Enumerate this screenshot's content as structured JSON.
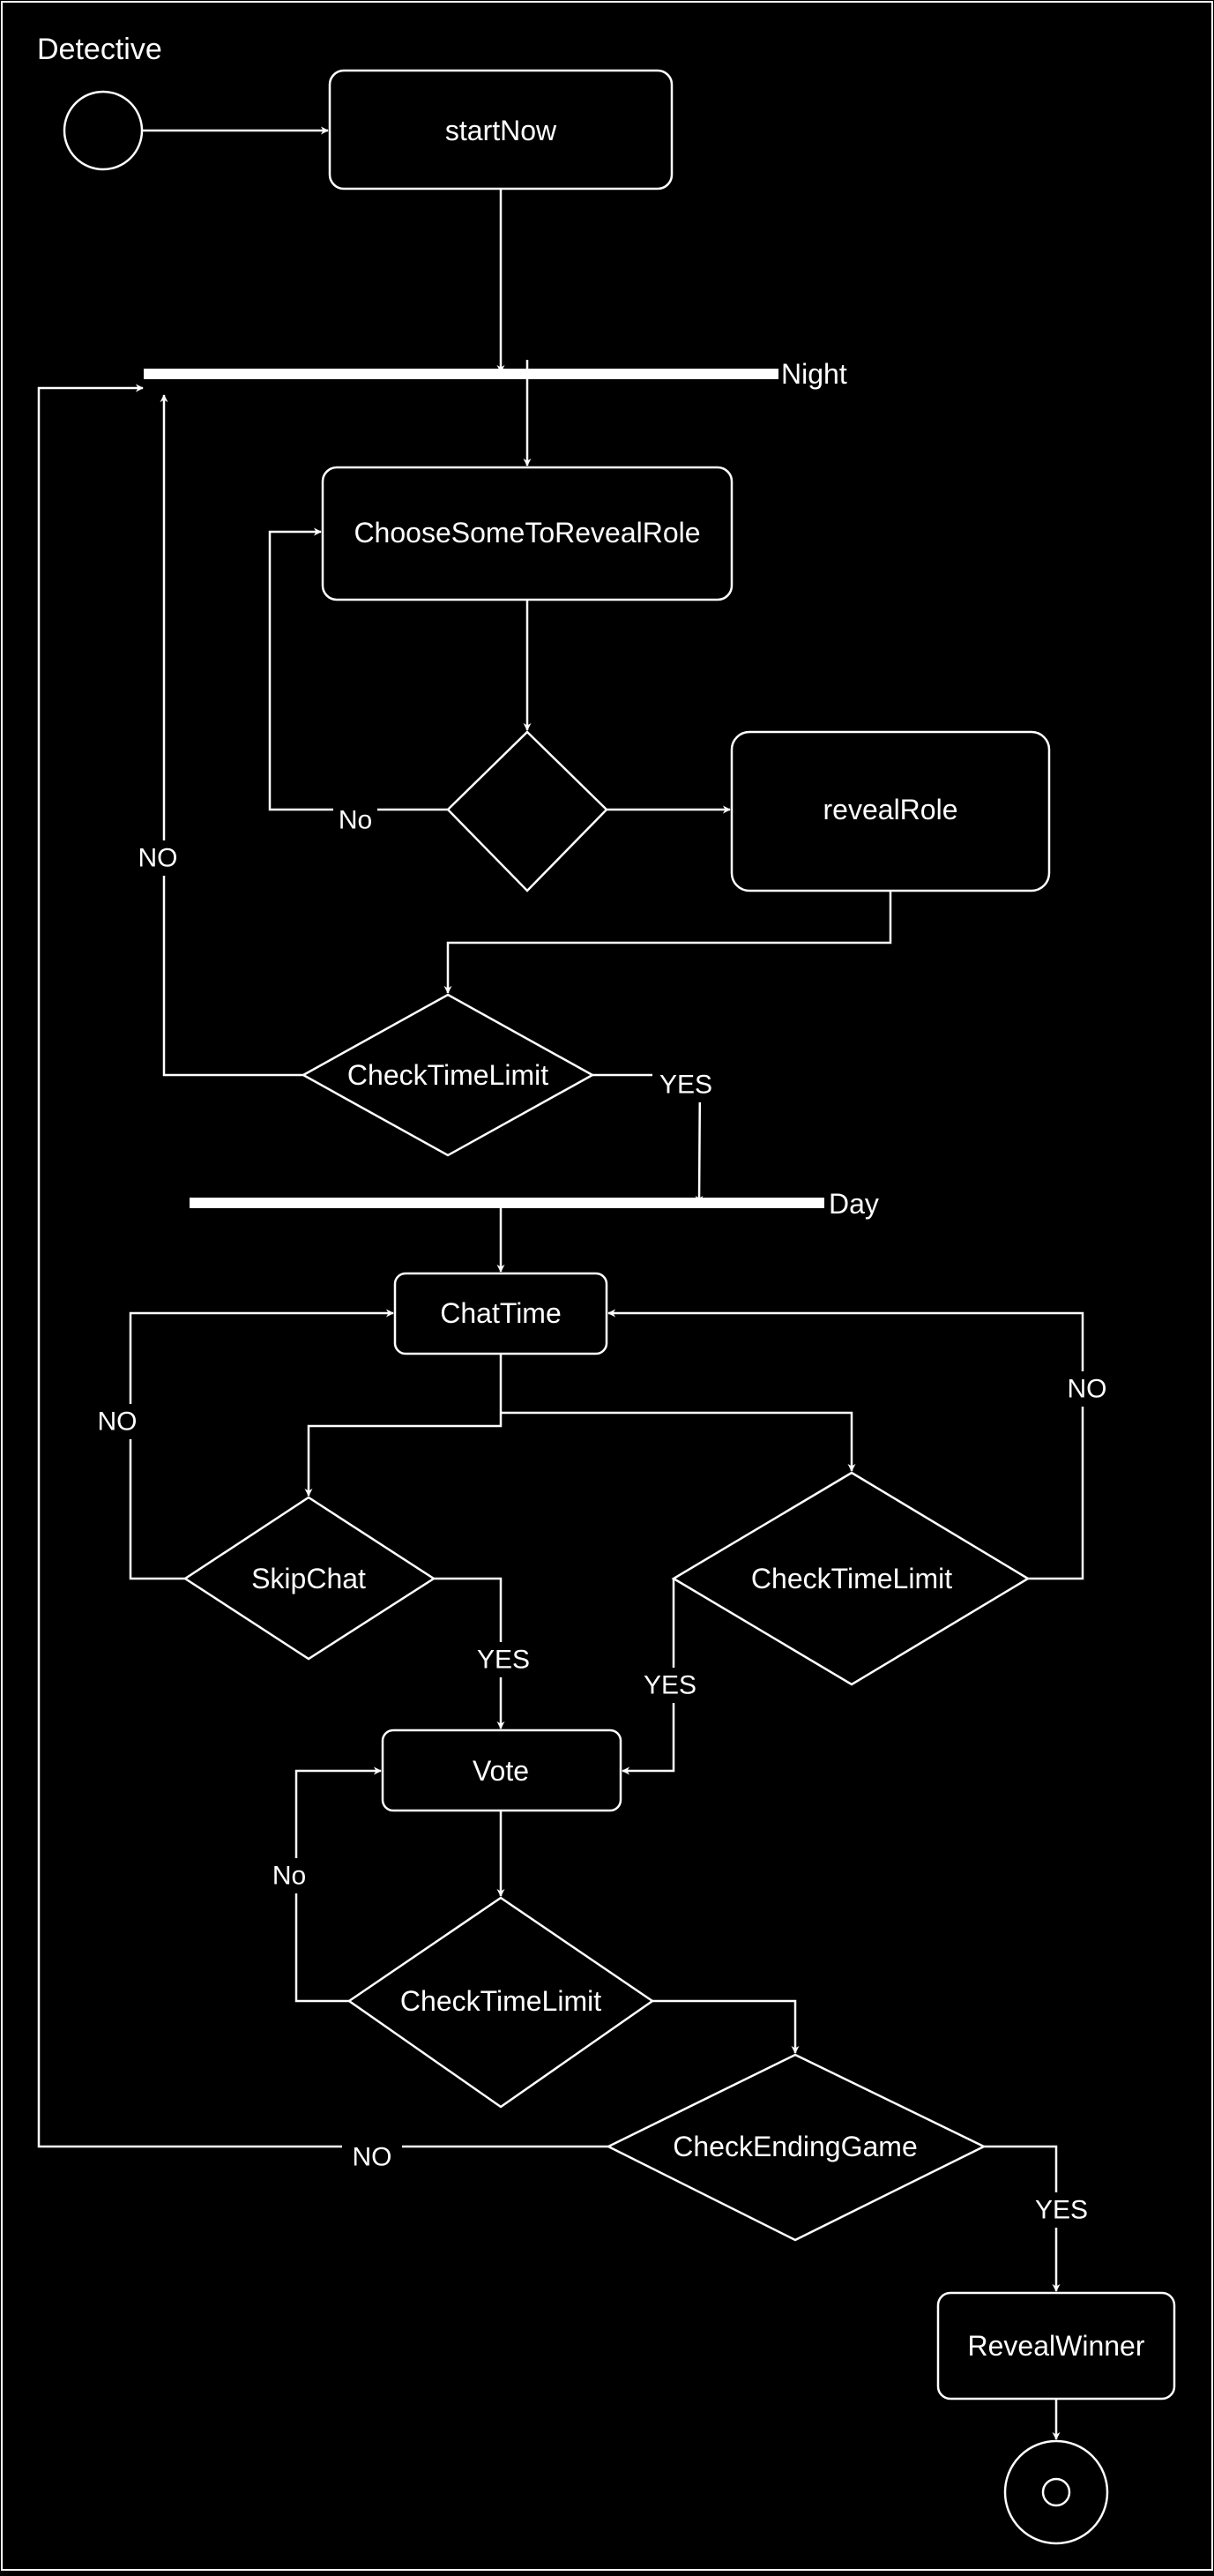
{
  "title": "Detective",
  "phases": {
    "night": "Night",
    "day": "Day"
  },
  "nodes": {
    "start_now": "startNow",
    "choose_reveal": "ChooseSomeToRevealRole",
    "reveal_role": "revealRole",
    "check_time_night": "CheckTimeLimit",
    "chat_time": "ChatTime",
    "skip_chat": "SkipChat",
    "check_time_chat": "CheckTimeLimit",
    "vote": "Vote",
    "check_time_vote": "CheckTimeLimit",
    "check_ending": "CheckEndingGame",
    "reveal_winner": "RevealWinner"
  },
  "edge_labels": {
    "choose_no": "No",
    "night_no": "NO",
    "night_yes": "YES",
    "skip_no": "NO",
    "skip_yes": "YES",
    "chat_no": "NO",
    "chat_yes": "YES",
    "vote_no": "No",
    "ending_no": "NO",
    "ending_yes": "YES"
  },
  "colors": {
    "background": "#000000",
    "foreground": "#ffffff"
  }
}
